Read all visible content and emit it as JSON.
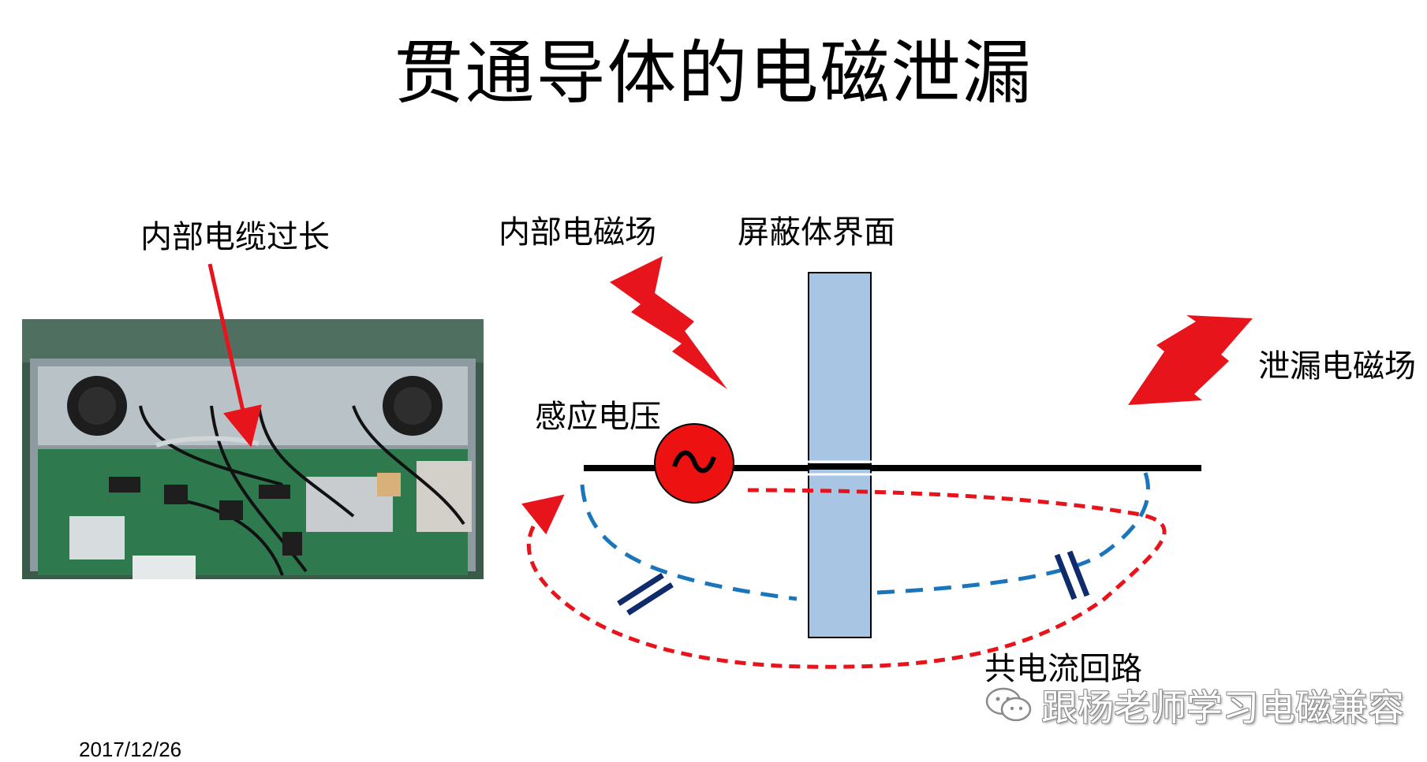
{
  "title": "贯通导体的电磁泄漏",
  "labels": {
    "cable_too_long": "内部电缆过长",
    "internal_field": "内部电磁场",
    "shield_interface": "屏蔽体界面",
    "leaked_field": "泄漏电磁场",
    "induced_voltage": "感应电压",
    "common_mode_loop": "共电流回路"
  },
  "date": "2017/12/26",
  "watermark": "跟杨老师学习电磁兼容",
  "colors": {
    "arrow_red": "#e8141b",
    "shield_fill": "#a8c6e4",
    "current_loop": "#e8141b",
    "cable_return": "#1b75bb",
    "capacitor": "#0f2b6b",
    "source_fill": "#ee1111"
  }
}
